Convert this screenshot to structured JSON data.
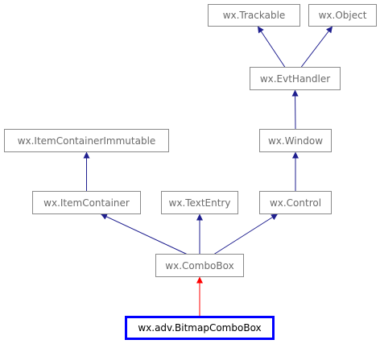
{
  "colors": {
    "inheritance_edge": "#1f1f8f",
    "current_edge": "#ff0000",
    "node_border": "#8a8a8a",
    "current_border": "#0000ff",
    "node_text": "#6b6b6b",
    "current_text": "#000000"
  },
  "nodes": {
    "trackable": "wx.Trackable",
    "object": "wx.Object",
    "evthandler": "wx.EvtHandler",
    "icimmutable": "wx.ItemContainerImmutable",
    "window": "wx.Window",
    "itemcontainer": "wx.ItemContainer",
    "textentry": "wx.TextEntry",
    "control": "wx.Control",
    "combobox": "wx.ComboBox",
    "bitmapcombobox": "wx.adv.BitmapComboBox"
  },
  "current_node": "bitmapcombobox",
  "edges": [
    {
      "from": "evthandler",
      "to": "trackable"
    },
    {
      "from": "evthandler",
      "to": "object"
    },
    {
      "from": "window",
      "to": "evthandler"
    },
    {
      "from": "itemcontainer",
      "to": "icimmutable"
    },
    {
      "from": "control",
      "to": "window"
    },
    {
      "from": "combobox",
      "to": "itemcontainer"
    },
    {
      "from": "combobox",
      "to": "textentry"
    },
    {
      "from": "combobox",
      "to": "control"
    },
    {
      "from": "bitmapcombobox",
      "to": "combobox"
    }
  ]
}
